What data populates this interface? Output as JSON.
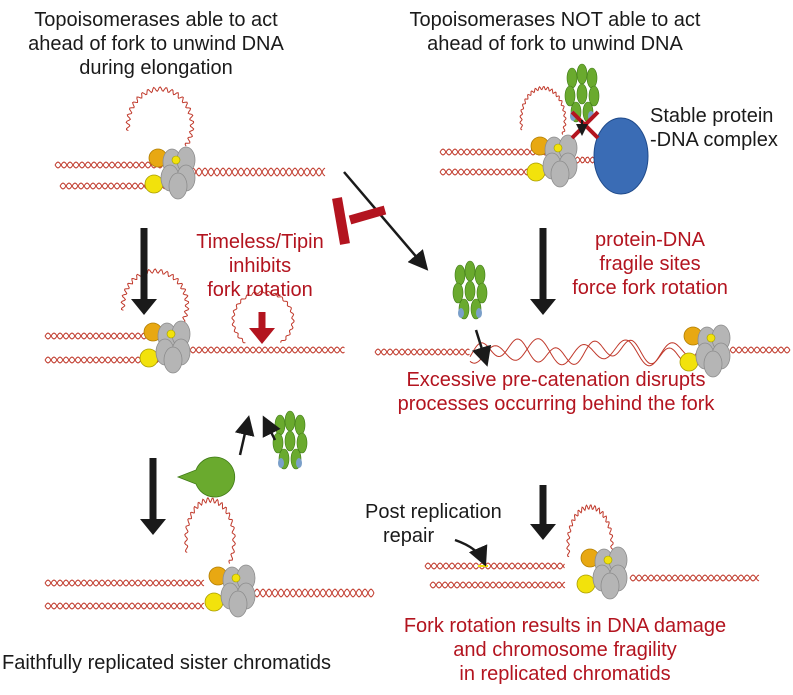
{
  "left": {
    "heading_line1": "Topoisomerases able to act",
    "heading_line2": "ahead of fork to unwind DNA",
    "heading_line3": "during elongation",
    "inhibitor_line1": "Timeless/Tipin",
    "inhibitor_line2": "inhibits",
    "inhibitor_line3": "fork rotation",
    "outcome": "Faithfully replicated sister chromatids"
  },
  "right": {
    "heading_line1": "Topoisomerases NOT able to act",
    "heading_line2": "ahead of fork to unwind DNA",
    "complex_line1": "Stable protein",
    "complex_line2": "-DNA complex",
    "fragile_line1": "protein-DNA",
    "fragile_line2": "fragile sites",
    "fragile_line3": "force fork rotation",
    "catenation_line1": "Excessive pre-catenation disrupts",
    "catenation_line2": "processes occurring behind the fork",
    "repair_line1": "Post replication",
    "repair_line2": "repair",
    "outcome_line1": "Fork rotation results in DNA damage",
    "outcome_line2": "and chromosome fragility",
    "outcome_line3": "in replicated chromatids"
  },
  "colors": {
    "dna": "#c0392b",
    "red_text": "#b3141f",
    "orange_protein": "#e8a812",
    "yellow_protein": "#f2e20c",
    "helicase_gray": "#b5b5b5",
    "topo_green": "#6aaa2e",
    "complex_blue": "#3a6cb5",
    "arrow_black": "#1a1a1a"
  }
}
